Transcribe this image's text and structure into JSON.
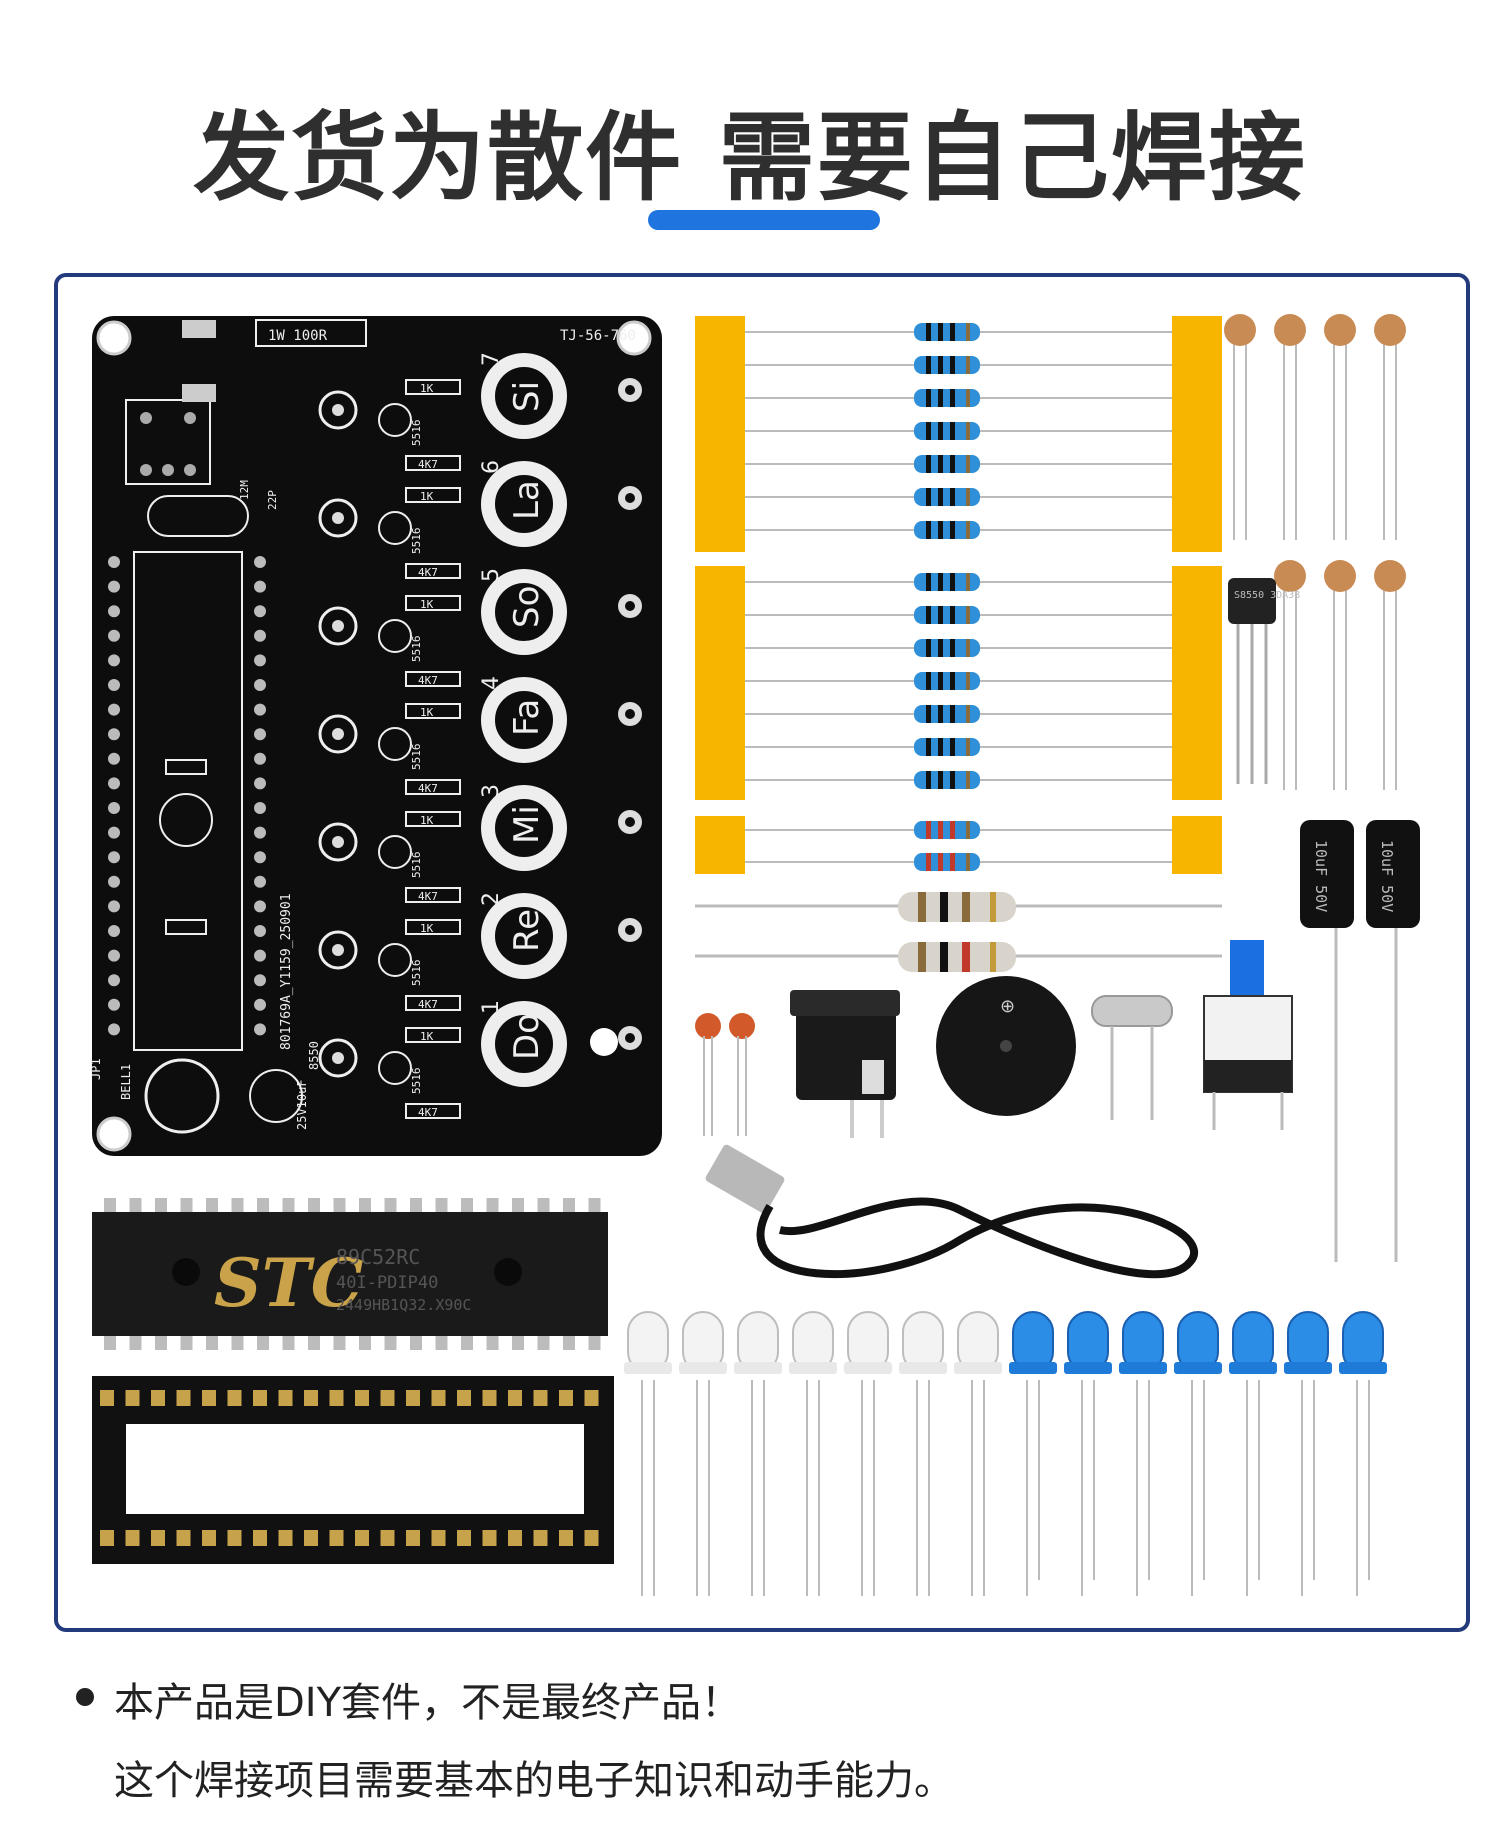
{
  "title": "发货为散件 需要自己焊接",
  "accent_color": "#1f74e0",
  "frame_color": "#233a7c",
  "pcb": {
    "labels": [
      "1W 100R",
      "TJ-56-760",
      "801769A_Y1159_250901",
      "BELL1",
      "JP1",
      "25V10uF",
      "8550",
      "12M",
      "22P"
    ],
    "notes": [
      {
        "num": "1",
        "name": "Do"
      },
      {
        "num": "2",
        "name": "Re"
      },
      {
        "num": "3",
        "name": "Mi"
      },
      {
        "num": "4",
        "name": "Fa"
      },
      {
        "num": "5",
        "name": "So"
      },
      {
        "num": "6",
        "name": "La"
      },
      {
        "num": "7",
        "name": "Si"
      }
    ],
    "resistor_labels": [
      "1K",
      "4K7",
      "5516"
    ],
    "dot_colors": {
      "board": "#0d0d0d",
      "silkscreen": "#f2f2f2"
    }
  },
  "chip": {
    "brand": "STC",
    "model": "89C52RC",
    "package": "40I-PDIP40",
    "code": "2449HB1Q32.X90C"
  },
  "capacitor_text": "10uF 50V",
  "transistor_text": "S8550 3DA38",
  "icons": [
    "usb-cable-icon",
    "buzzer-icon",
    "crystal-icon",
    "push-switch-icon",
    "dc-jack-icon",
    "led-icon",
    "resistor-icon",
    "capacitor-icon"
  ],
  "footer": {
    "line1": "本产品是DIY套件，不是最终产品！",
    "line2": "这个焊接项目需要基本的电子知识和动手能力。"
  }
}
